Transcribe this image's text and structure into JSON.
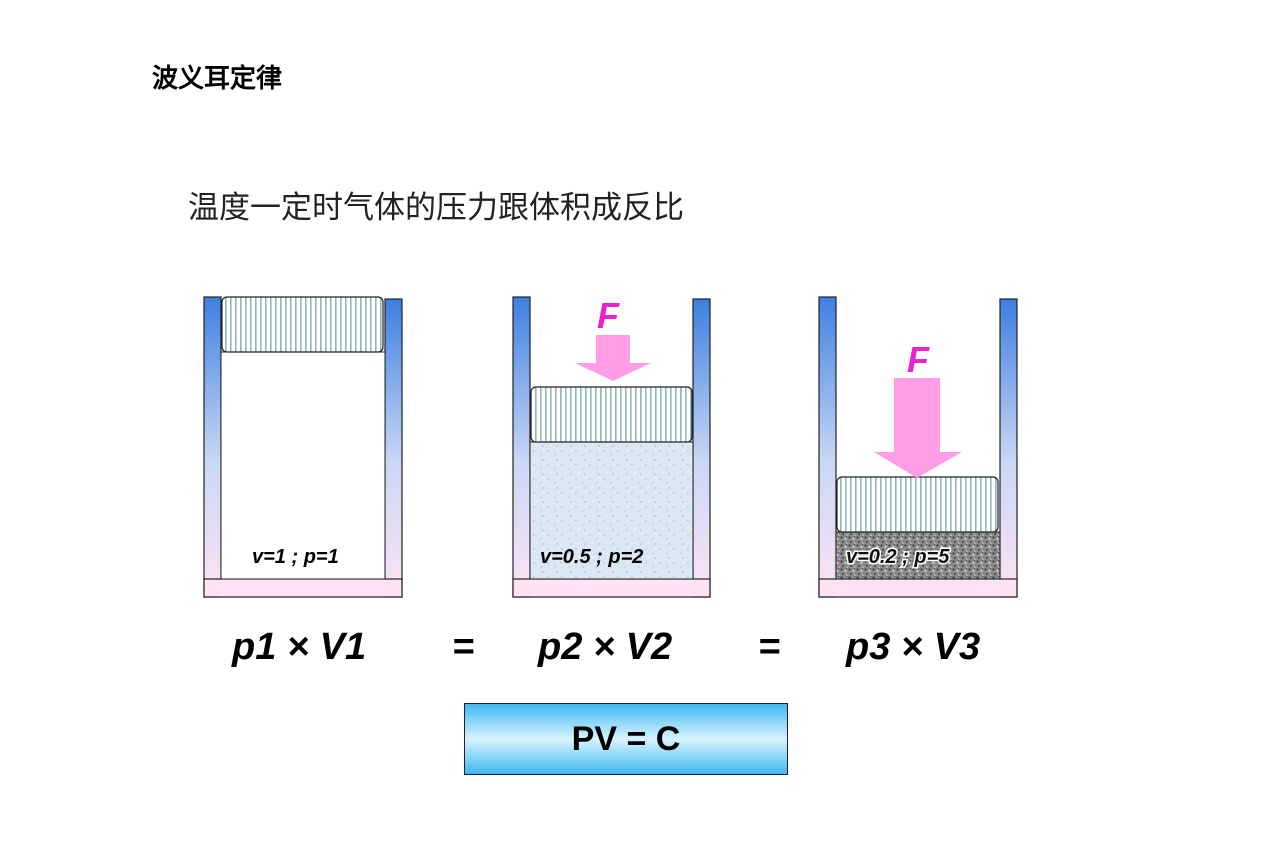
{
  "title": "波义耳定律",
  "subtitle": "温度一定时气体的压力跟体积成反比",
  "cylinders": [
    {
      "label": "v=1 ; p=1",
      "volume": 1,
      "pressure": 1,
      "force_label": ""
    },
    {
      "label": "v=0.5 ; p=2",
      "volume": 0.5,
      "pressure": 2,
      "force_label": "F"
    },
    {
      "label": "v=0.2 ; p=5",
      "volume": 0.2,
      "pressure": 5,
      "force_label": "F"
    }
  ],
  "equation": {
    "term1": "p1 × V1",
    "eq1": "=",
    "term2": "p2 × V2",
    "eq2": "=",
    "term3": "p3 × V3"
  },
  "formula": "PV = C",
  "colors": {
    "wall_top": "#3f7fe0",
    "wall_bottom": "#ffe2f4",
    "force_arrow": "#ff9ee6",
    "force_text": "#ee22cc",
    "piston_stripe": "#8fb8b8",
    "formula_box": "#3fb8f0"
  }
}
